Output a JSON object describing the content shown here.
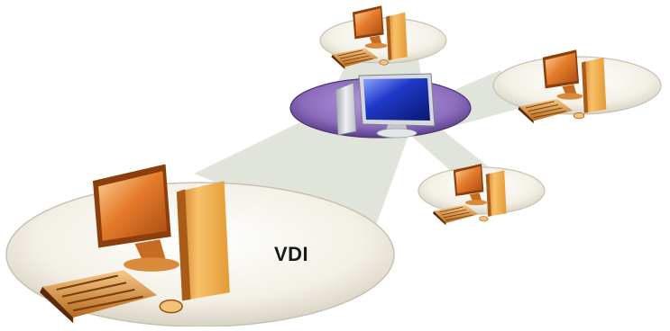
{
  "diagram": {
    "label": "VDI",
    "colors": {
      "beam": "#d8dcd0",
      "platform_white": "#f3f0e8",
      "platform_purple": "#7b5ea7",
      "monitor_orange": "#e0782a",
      "case_orange": "#f0a640",
      "monitor_blue": "#1b2fa8",
      "case_gray": "#c9ccd2"
    },
    "nodes": [
      {
        "role": "server",
        "icon": "blue-desktop-computer-icon"
      },
      {
        "role": "client",
        "icon": "orange-desktop-computer-icon"
      },
      {
        "role": "client",
        "icon": "orange-desktop-computer-icon"
      },
      {
        "role": "client",
        "icon": "orange-desktop-computer-icon"
      },
      {
        "role": "client",
        "icon": "orange-desktop-computer-icon"
      }
    ]
  }
}
